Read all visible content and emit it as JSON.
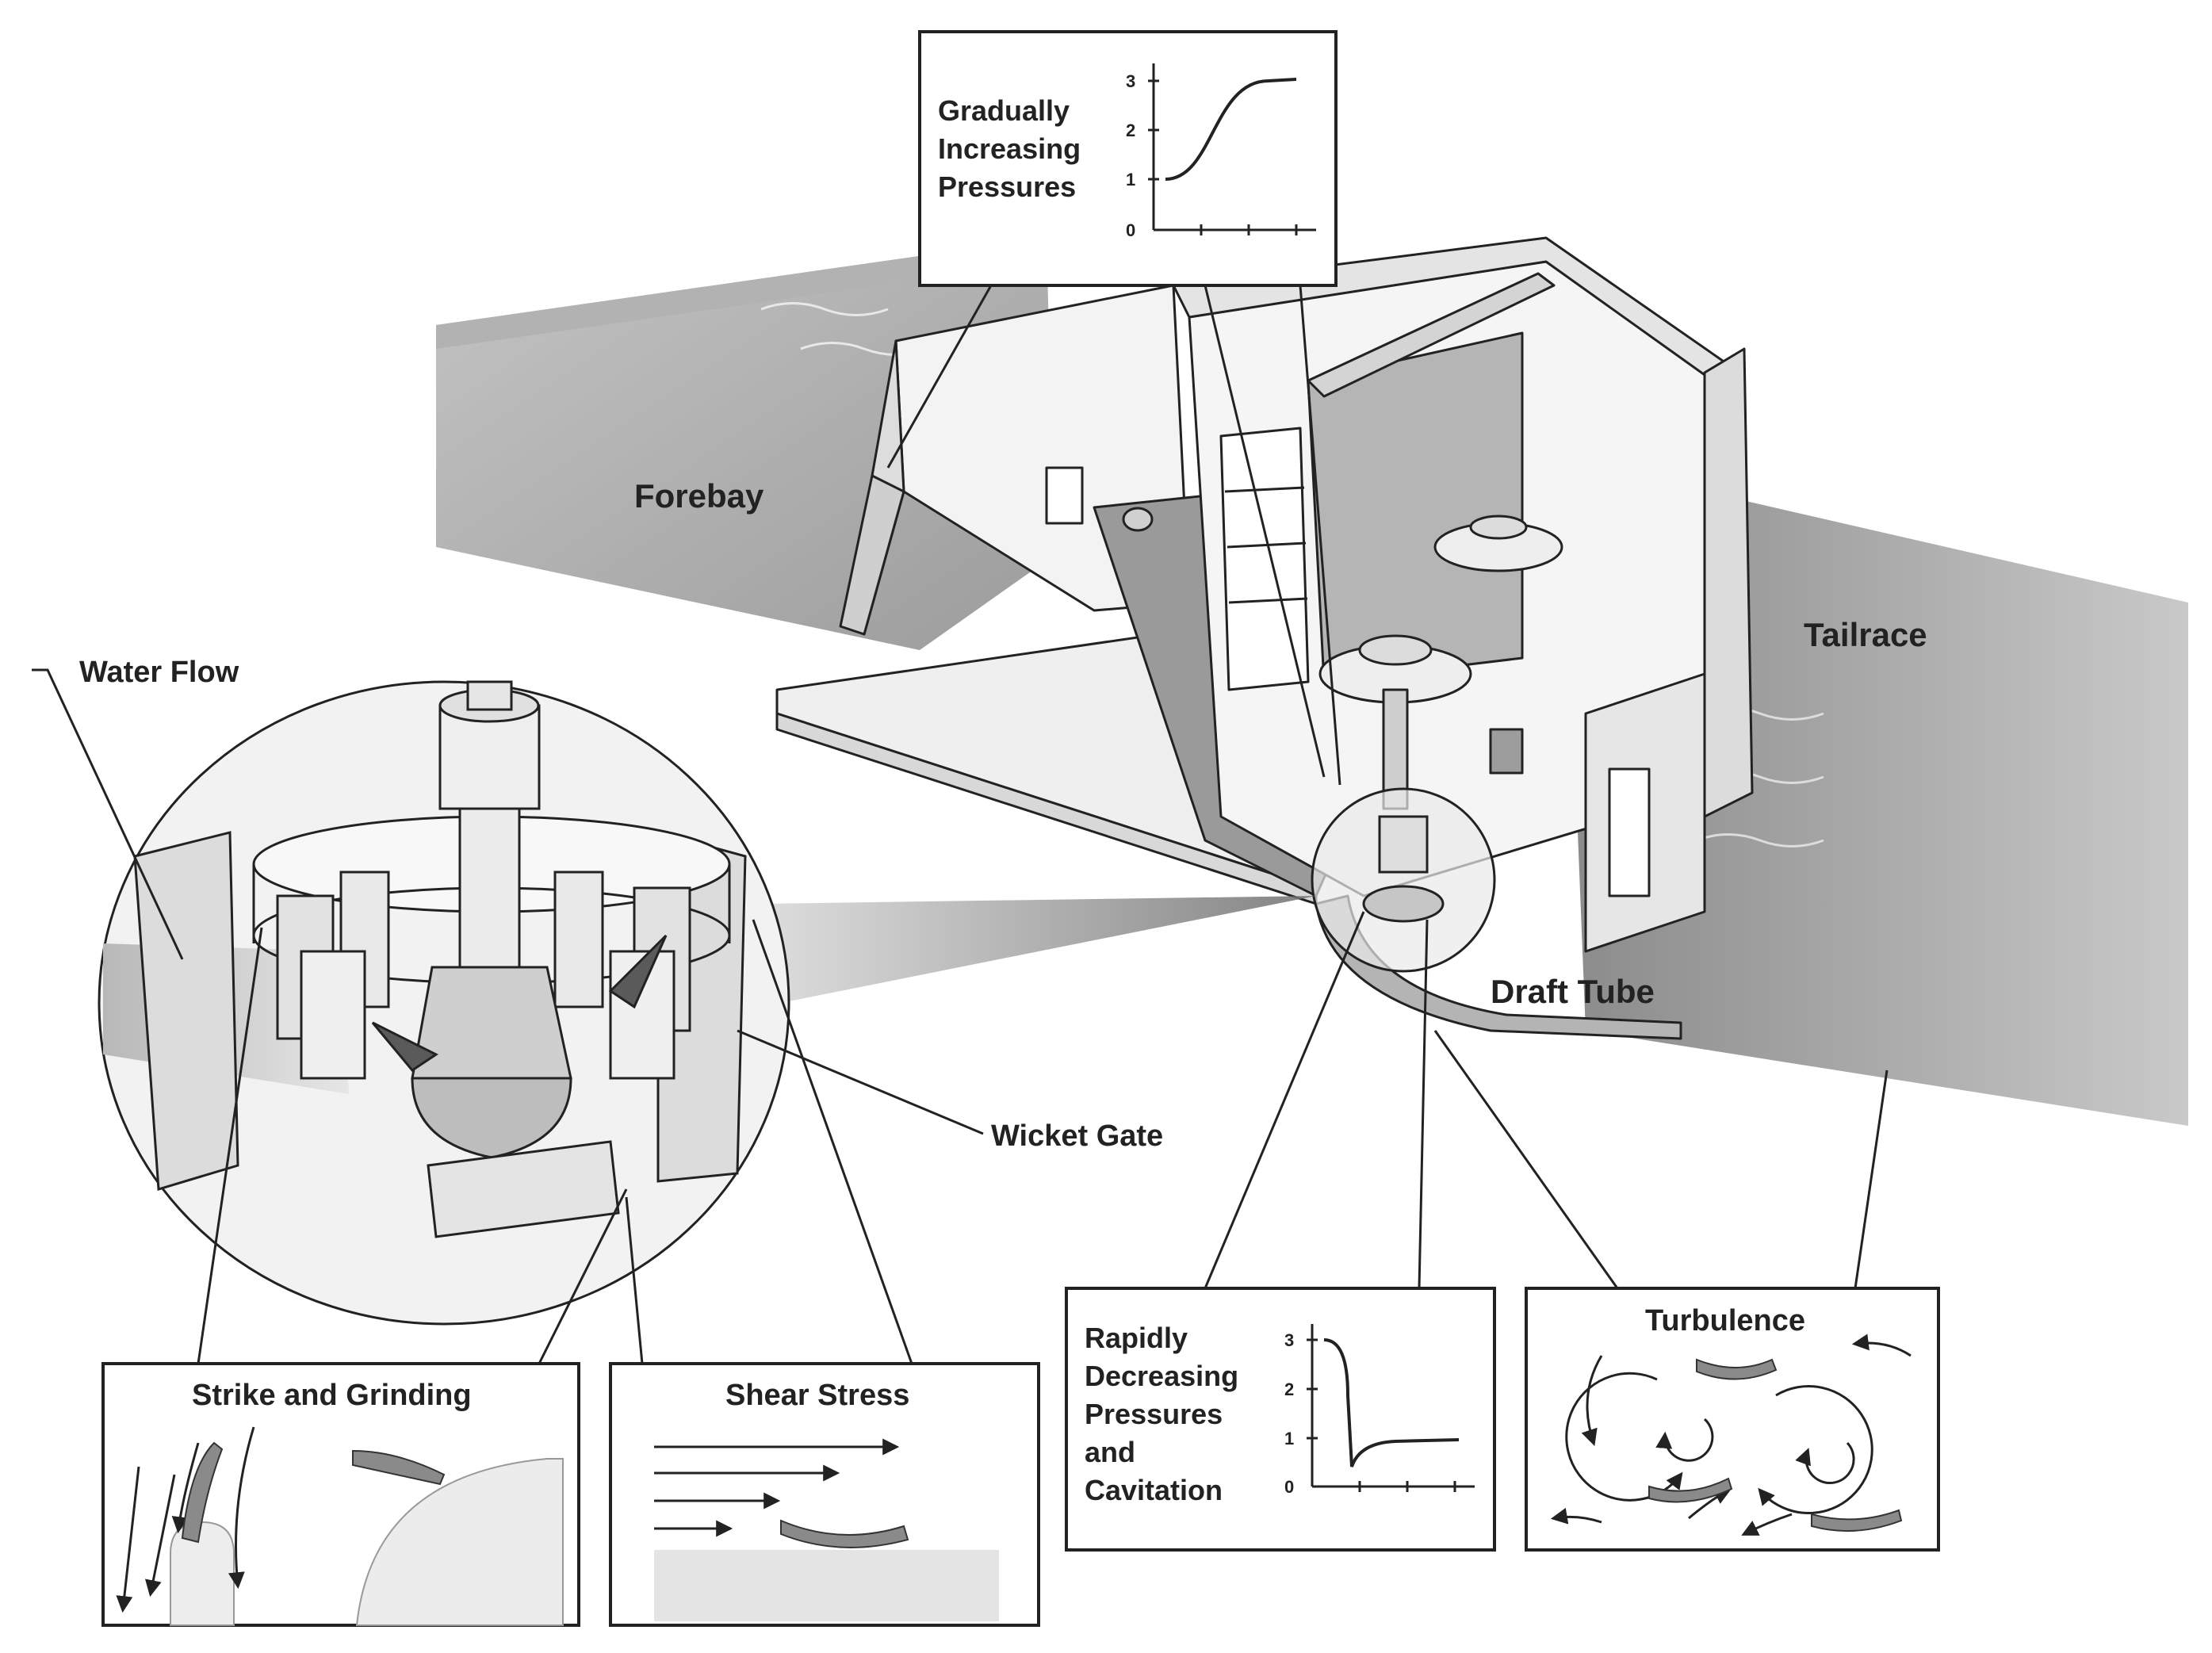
{
  "labels": {
    "forebay": "Forebay",
    "tailrace": "Tailrace",
    "draft_tube": "Draft Tube",
    "water_flow": "Water Flow",
    "wicket_gate": "Wicket Gate"
  },
  "callouts": {
    "gradual": {
      "lines": [
        "Gradually",
        "Increasing",
        "Pressures"
      ],
      "y_ticks": [
        "0",
        "1",
        "2",
        "3"
      ]
    },
    "rapid": {
      "lines": [
        "Rapidly",
        "Decreasing",
        "Pressures",
        "and",
        "Cavitation"
      ],
      "y_ticks": [
        "0",
        "1",
        "2",
        "3"
      ]
    },
    "turbulence": {
      "title": "Turbulence"
    },
    "strike": {
      "title": "Strike and Grinding"
    },
    "shear": {
      "title": "Shear Stress"
    }
  },
  "colors": {
    "ink": "#222222",
    "concrete_light": "#f2f2f2",
    "water_dark": "#a8a8a8",
    "water_mid": "#c8c8c8",
    "fish": "#8a8a8a"
  }
}
